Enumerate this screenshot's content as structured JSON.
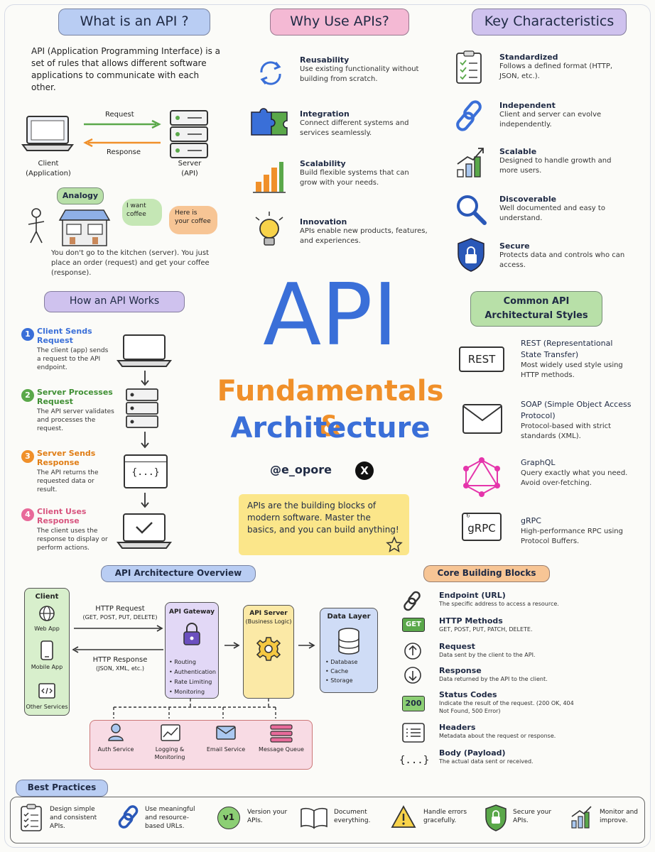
{
  "what_is_api": {
    "title": "What is an API ?",
    "definition": "API (Application Programming Interface) is a set of rules that allows different software applications to communicate with each other.",
    "request": "Request",
    "response": "Response",
    "client": "Client",
    "client_sub": "(Application)",
    "server": "Server",
    "server_sub": "(API)"
  },
  "analogy": {
    "title": "Analogy",
    "bubble1": "I want coffee",
    "bubble2": "Here is your coffee",
    "text": "You don't go to the kitchen (server). You just place an order (request) and get your coffee (response)."
  },
  "why": {
    "title": "Why Use APIs?",
    "items": [
      {
        "name": "Reusability",
        "desc": "Use existing functionality without building from scratch."
      },
      {
        "name": "Integration",
        "desc": "Connect different systems and services seamlessly."
      },
      {
        "name": "Scalability",
        "desc": "Build flexible systems that can grow with your needs."
      },
      {
        "name": "Innovation",
        "desc": "APIs enable new products, features, and experiences."
      }
    ]
  },
  "key": {
    "title": "Key Characteristics",
    "items": [
      {
        "name": "Standardized",
        "desc": "Follows a defined format (HTTP, JSON, etc.)."
      },
      {
        "name": "Independent",
        "desc": "Client and server can evolve independently."
      },
      {
        "name": "Scalable",
        "desc": "Designed to handle growth and more users."
      },
      {
        "name": "Discoverable",
        "desc": "Well documented and easy to understand."
      },
      {
        "name": "Secure",
        "desc": "Protects data and controls who can access."
      }
    ]
  },
  "hero": {
    "api": "API",
    "line1": "Fundamentals &",
    "line2": "Architecture",
    "handle": "@e_opore",
    "callout": "APIs are the building blocks of modern software. Master the basics, and you can build anything!"
  },
  "how": {
    "title": "How an API Works",
    "steps": [
      {
        "num": "1",
        "name": "Client Sends Request",
        "desc": "The client (app) sends a request to the API endpoint."
      },
      {
        "num": "2",
        "name": "Server Processes Request",
        "desc": "The API server validates and processes the request."
      },
      {
        "num": "3",
        "name": "Server Sends Response",
        "desc": "The API returns the requested data or result."
      },
      {
        "num": "4",
        "name": "Client Uses Response",
        "desc": "The client uses the response to display or perform actions."
      }
    ],
    "json_glyph": "{...}"
  },
  "styles": {
    "title1": "Common API",
    "title2": "Architectural Styles",
    "items": [
      {
        "badge": "REST",
        "name": "REST (Representational State Transfer)",
        "desc": "Most widely used style using HTTP methods."
      },
      {
        "badge": "",
        "name": "SOAP (Simple Object Access Protocol)",
        "desc": "Protocol-based with strict standards (XML)."
      },
      {
        "badge": "",
        "name": "GraphQL",
        "desc": "Query exactly what you need. Avoid over-fetching."
      },
      {
        "badge": "gRPC",
        "name": "gRPC",
        "desc": "High-performance RPC using Protocol Buffers."
      }
    ]
  },
  "arch": {
    "title": "API Architecture Overview",
    "client": "Client",
    "web": "Web App",
    "mobile": "Mobile App",
    "other": "Other Services",
    "req": "HTTP Request",
    "req_sub": "(GET, POST, PUT, DELETE)",
    "res": "HTTP Response",
    "res_sub": "(JSON, XML, etc.)",
    "gateway": "API Gateway",
    "gw_items": [
      "Routing",
      "Authentication",
      "Rate Limiting",
      "Monitoring"
    ],
    "server": "API Server",
    "server_sub": "(Business Logic)",
    "data": "Data Layer",
    "data_items": [
      "Database",
      "Cache",
      "Storage"
    ],
    "services": [
      "Auth Service",
      "Logging & Monitoring",
      "Email Service",
      "Message Queue"
    ]
  },
  "core": {
    "title": "Core Building Blocks",
    "items": [
      {
        "badge": "",
        "name": "Endpoint (URL)",
        "desc": "The specific address to access a resource."
      },
      {
        "badge": "GET",
        "name": "HTTP Methods",
        "desc": "GET, POST, PUT, PATCH, DELETE."
      },
      {
        "badge": "",
        "name": "Request",
        "desc": "Data sent by the client to the API."
      },
      {
        "badge": "",
        "name": "Response",
        "desc": "Data returned by the API to the client."
      },
      {
        "badge": "200",
        "name": "Status Codes",
        "desc": "Indicate the result of the request. (200 OK, 404 Not Found, 500 Error)"
      },
      {
        "badge": "",
        "name": "Headers",
        "desc": "Metadata about the request or response."
      },
      {
        "badge": "{...}",
        "name": "Body (Payload)",
        "desc": "The actual data sent or received."
      }
    ]
  },
  "best": {
    "title": "Best Practices",
    "items": [
      "Design simple and consistent APIs.",
      "Use meaningful and resource-based URLs.",
      "Version your APIs.",
      "Document everything.",
      "Handle errors gracefully.",
      "Secure your APIs.",
      "Monitor and improve."
    ],
    "v1": "v1"
  }
}
